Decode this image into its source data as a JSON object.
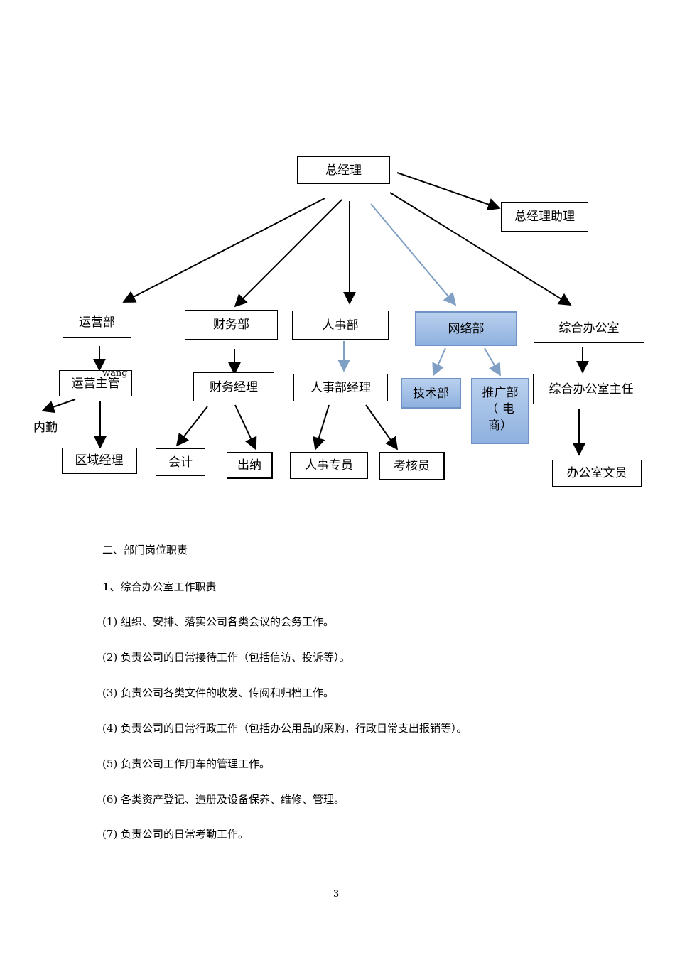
{
  "org_chart": {
    "general_manager": "总经理",
    "gm_assistant": "总经理助理",
    "operations_dept": "运营部",
    "operations_supervisor": "运营主管",
    "handwritten_note": "wang",
    "internal_staff": "内勤",
    "regional_manager": "区域经理",
    "finance_dept": "财务部",
    "finance_manager": "财务经理",
    "accountant": "会计",
    "cashier": "出纳",
    "hr_dept": "人事部",
    "hr_manager": "人事部经理",
    "hr_specialist": "人事专员",
    "assessor": "考核员",
    "network_dept": "网络部",
    "tech_dept": "技术部",
    "promotion_dept": "推广部（ 电商）",
    "admin_office": "综合办公室",
    "admin_director": "综合办公室主任",
    "office_clerk": "办公室文员"
  },
  "colors": {
    "highlight_fill": "#a9c4e8",
    "highlight_border": "#6f93c4",
    "highlight_arrow": "#7f9fc4"
  },
  "section": {
    "heading": "二、部门岗位职责",
    "subheading_number": "1",
    "subheading_text": "、综合办公室工作职责",
    "items": [
      "(1)  组织、安排、落实公司各类会议的会务工作。",
      "(2)  负责公司的日常接待工作（包括信访、投诉等）。",
      "(3)  负责公司各类文件的收发、传阅和归档工作。",
      "(4)  负责公司的日常行政工作（包括办公用品的采购，行政日常支出报销等）。",
      "(5)  负责公司工作用车的管理工作。",
      "(6)  各类资产登记、造册及设备保养、维修、管理。",
      "(7)  负责公司的日常考勤工作。"
    ]
  },
  "page_number": "3"
}
